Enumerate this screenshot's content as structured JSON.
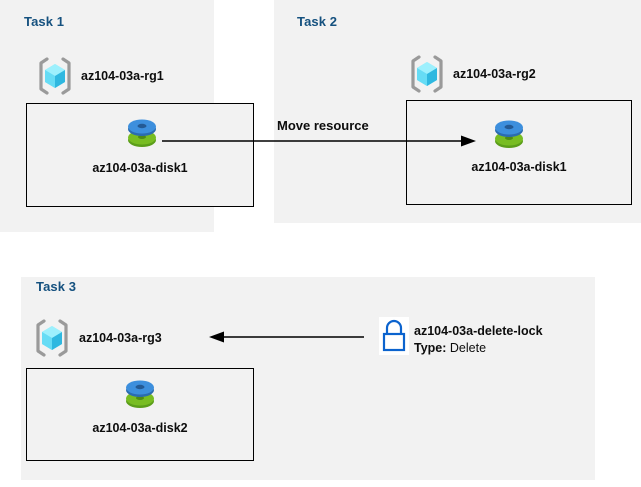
{
  "diagram": {
    "title": "Azure resource group tasks diagram",
    "background": "#ffffff",
    "panel_color": "#f2f2f2",
    "task_label_color": "#15517f",
    "accent_blue": "#0b63ce",
    "disk_blue": "#3a8dde",
    "disk_green": "#77bc1f"
  },
  "panels": [
    {
      "id": "task1",
      "label": "Task 1",
      "resource_group": {
        "name": "az104-03a-rg1",
        "icon": "resource-group-icon"
      },
      "inner_box": {
        "resource": {
          "name": "az104-03a-disk1",
          "icon": "managed-disk-icon"
        }
      }
    },
    {
      "id": "task2",
      "label": "Task 2",
      "resource_group": {
        "name": "az104-03a-rg2",
        "icon": "resource-group-icon"
      },
      "inner_box": {
        "resource": {
          "name": "az104-03a-disk1",
          "icon": "managed-disk-icon"
        }
      }
    },
    {
      "id": "task3",
      "label": "Task 3",
      "resource_group": {
        "name": "az104-03a-rg3",
        "icon": "resource-group-icon"
      },
      "inner_box": {
        "resource": {
          "name": "az104-03a-disk2",
          "icon": "managed-disk-icon"
        }
      },
      "lock": {
        "icon": "lock-icon",
        "name": "az104-03a-delete-lock",
        "type_label": "Type:",
        "type_value": "Delete"
      }
    }
  ],
  "connectors": [
    {
      "id": "move-resource",
      "label": "Move resource",
      "direction": "right"
    },
    {
      "id": "lock-applies-to-rg3",
      "label": "",
      "direction": "left"
    }
  ]
}
